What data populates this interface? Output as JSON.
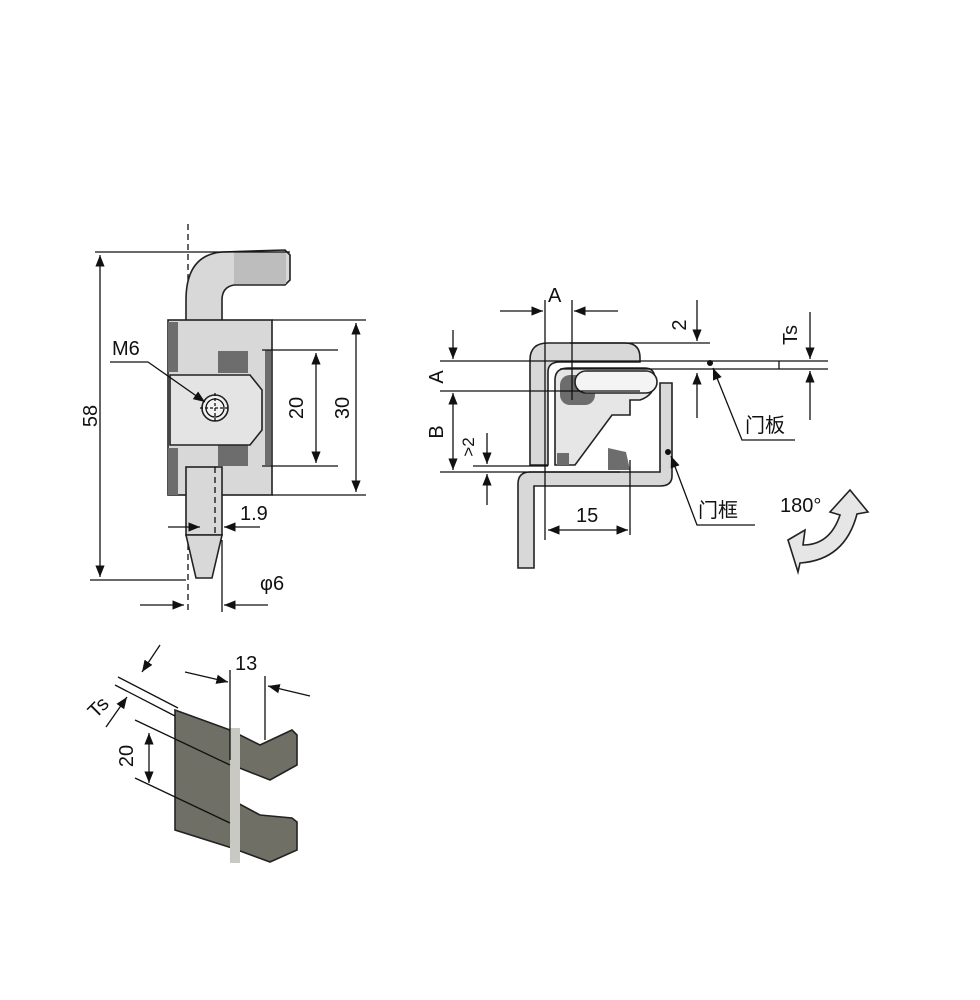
{
  "front_view": {
    "height_total": "58",
    "thread": "M6",
    "inner_height": "20",
    "outer_height": "30",
    "offset": "1.9",
    "pin_diameter": "φ6"
  },
  "section_view": {
    "label_a_top": "A",
    "label_a_side": "A",
    "label_b": "B",
    "label_gap": ">2",
    "label_2": "2",
    "label_ts": "Ts",
    "label_15": "15",
    "door_panel": "门板",
    "door_frame": "门框",
    "rotation": "180°"
  },
  "bracket_view": {
    "label_13": "13",
    "label_ts": "Ts",
    "label_20": "20"
  },
  "colors": {
    "line": "#111111",
    "light_fill": "#d8d8d8",
    "dark_fill": "#6d6d6d",
    "plate_fill": "#6f6f66"
  }
}
